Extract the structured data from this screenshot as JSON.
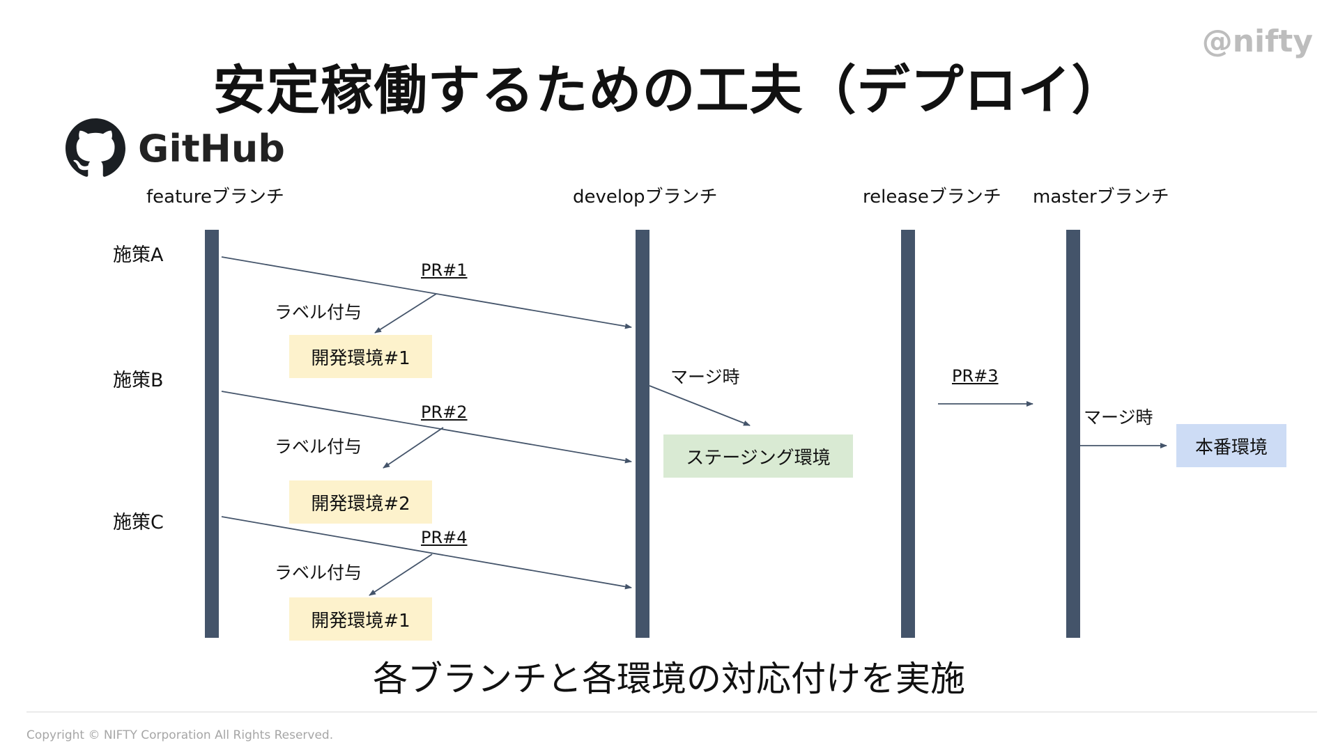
{
  "title": "安定稼働するための工夫（デプロイ）",
  "brand": "@nifty",
  "github_label": "GitHub",
  "branches": {
    "feature": "featureブランチ",
    "develop": "developブランチ",
    "release": "releaseブランチ",
    "master": "masterブランチ"
  },
  "measures": [
    "施策A",
    "施策B",
    "施策C"
  ],
  "pull_requests": [
    "PR#1",
    "PR#2",
    "PR#4",
    "PR#3"
  ],
  "notes": {
    "label_assign": "ラベル付与",
    "on_merge": "マージ時"
  },
  "environments": {
    "dev_1": "開発環境#1",
    "dev_2": "開発環境#2",
    "dev_3": "開発環境#1",
    "staging": "ステージング環境",
    "production": "本番環境"
  },
  "caption": "各ブランチと各環境の対応付けを実施",
  "copyright": "Copyright © NIFTY Corporation All Rights Reserved.",
  "colors": {
    "branch_bar": "#44546a",
    "arrow": "#44546a",
    "dev_env": "#fdf2cc",
    "staging_env": "#d9ead3",
    "production_env": "#cddcf5"
  }
}
